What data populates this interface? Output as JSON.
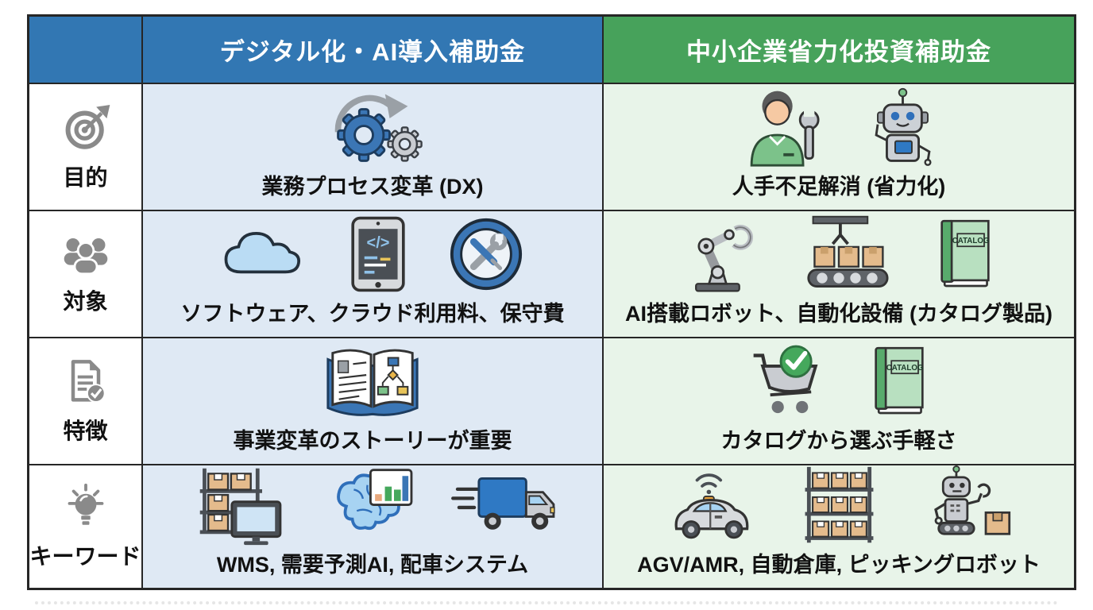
{
  "header": {
    "digital_title": "デジタル化・AI導入補助金",
    "laborsaving_title": "中小企業省力化投資補助金"
  },
  "colors": {
    "digital_header_bg": "#3277b3",
    "laborsaving_header_bg": "#47a25b",
    "digital_cell_bg": "#dfe9f4",
    "laborsaving_cell_bg": "#e8f4e9",
    "border": "#262626",
    "label_icon_gray": "#8a8a8a"
  },
  "labels": {
    "catalog": "CATALOG"
  },
  "rows": [
    {
      "label": "目的",
      "label_icon": "target-icon",
      "digital": {
        "text": "業務プロセス変革 (DX)",
        "icons": [
          "transform-gears-icon"
        ]
      },
      "laborsaving": {
        "text": "人手不足解消 (省力化)",
        "icons": [
          "worker-wrench-icon",
          "robot-icon"
        ]
      }
    },
    {
      "label": "対象",
      "label_icon": "people-icon",
      "digital": {
        "text": "ソフトウェア、クラウド利用料、保守費",
        "icons": [
          "cloud-icon",
          "tablet-code-icon",
          "tools-circle-icon"
        ]
      },
      "laborsaving": {
        "text": "AI搭載ロボット、自動化設備 (カタログ製品)",
        "icons": [
          "robot-arm-icon",
          "conveyor-icon",
          "catalog-book-icon"
        ]
      }
    },
    {
      "label": "特徴",
      "label_icon": "document-check-icon",
      "digital": {
        "text": "事業変革のストーリーが重要",
        "icons": [
          "open-book-flowchart-icon"
        ]
      },
      "laborsaving": {
        "text": "カタログから選ぶ手軽さ",
        "icons": [
          "cart-check-icon",
          "catalog-book-icon"
        ]
      }
    },
    {
      "label": "キーワード",
      "label_icon": "lightbulb-icon",
      "digital": {
        "text": "WMS, 需要予測AI, 配車システム",
        "icons": [
          "warehouse-monitor-icon",
          "brain-chart-icon",
          "truck-icon"
        ]
      },
      "laborsaving": {
        "text": "AGV/AMR, 自動倉庫, ピッキングロボット",
        "icons": [
          "agv-car-icon",
          "warehouse-shelf-icon",
          "picking-robot-icon"
        ]
      }
    }
  ]
}
